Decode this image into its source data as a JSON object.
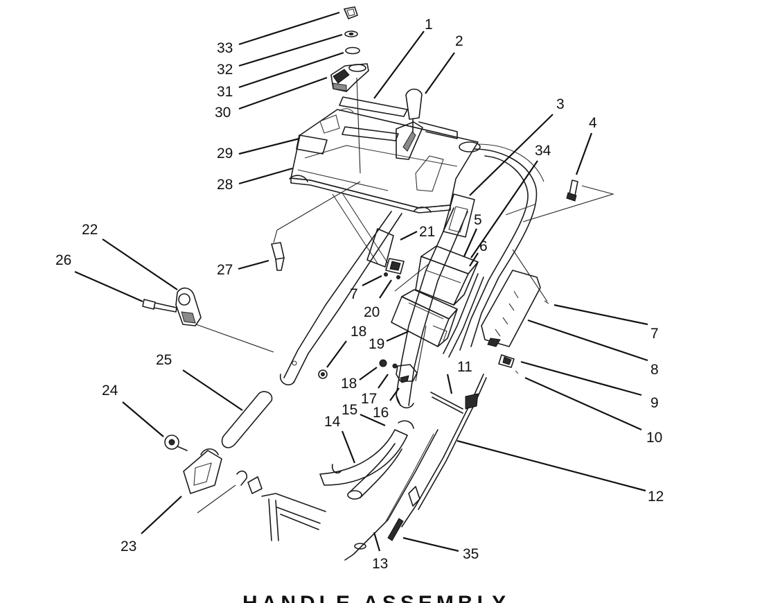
{
  "diagram": {
    "callouts": {
      "c1": "1",
      "c2": "2",
      "c3": "3",
      "c4": "4",
      "c5": "5",
      "c6": "6",
      "c7a": "7",
      "c7b": "7",
      "c8": "8",
      "c9": "9",
      "c10": "10",
      "c11": "11",
      "c12": "12",
      "c13": "13",
      "c14": "14",
      "c15": "15",
      "c16": "16",
      "c17": "17",
      "c18a": "18",
      "c18b": "18",
      "c19": "19",
      "c20": "20",
      "c21": "21",
      "c22": "22",
      "c23": "23",
      "c24": "24",
      "c25": "25",
      "c26": "26",
      "c27": "27",
      "c28": "28",
      "c29": "29",
      "c30": "30",
      "c31": "31",
      "c32": "32",
      "c33": "33",
      "c34": "34",
      "c35": "35"
    },
    "footer_title": "HANDLE ASSEMBLY"
  }
}
